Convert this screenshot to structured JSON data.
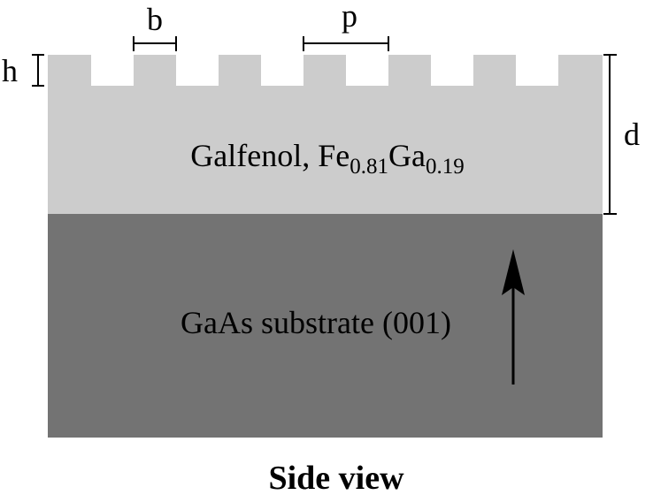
{
  "labels": {
    "grating_width": "b",
    "grating_period": "p",
    "grating_height": "h",
    "film_thickness": "d",
    "caption": "Side view"
  },
  "film": {
    "name_prefix": "Galfenol, Fe",
    "fe_fraction": "0.81",
    "ga_symbol": "Ga",
    "ga_fraction": "0.19"
  },
  "substrate": {
    "label": "GaAs substrate (001)"
  },
  "colors": {
    "film_fill": "#cccccc",
    "substrate_fill": "#737373",
    "ink": "#000000"
  },
  "icons": {
    "direction_arrow": "up-arrow-icon"
  }
}
